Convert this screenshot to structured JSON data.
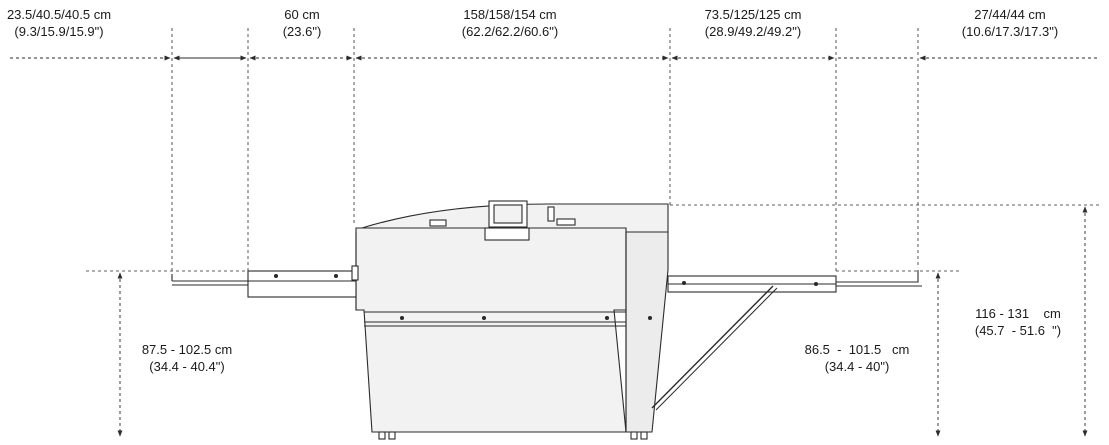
{
  "dimensions": {
    "top": [
      {
        "metric": "23.5/40.5/40.5 cm",
        "imperial": "(9.3/15.9/15.9\")"
      },
      {
        "metric": "60 cm",
        "imperial": "(23.6\")"
      },
      {
        "metric": "158/158/154 cm",
        "imperial": "(62.2/62.2/60.6\")"
      },
      {
        "metric": "73.5/125/125 cm",
        "imperial": "(28.9/49.2/49.2\")"
      },
      {
        "metric": "27/44/44 cm",
        "imperial": "(10.6/17.3/17.3\")"
      }
    ],
    "left_height": {
      "metric": "87.5 - 102.5 cm",
      "imperial": "(34.4 - 40.4\")"
    },
    "right_height": {
      "metric": "86.5  -  101.5   cm",
      "imperial": "(34.4 - 40\")"
    },
    "total_height": {
      "metric": "116 - 131    cm",
      "imperial": "(45.7  - 51.6  \")"
    }
  },
  "colors": {
    "line": "#2b2b2b",
    "body_fill": "#f2f2f2",
    "panel_fill": "#ffffff",
    "text": "#1a1a1a"
  }
}
